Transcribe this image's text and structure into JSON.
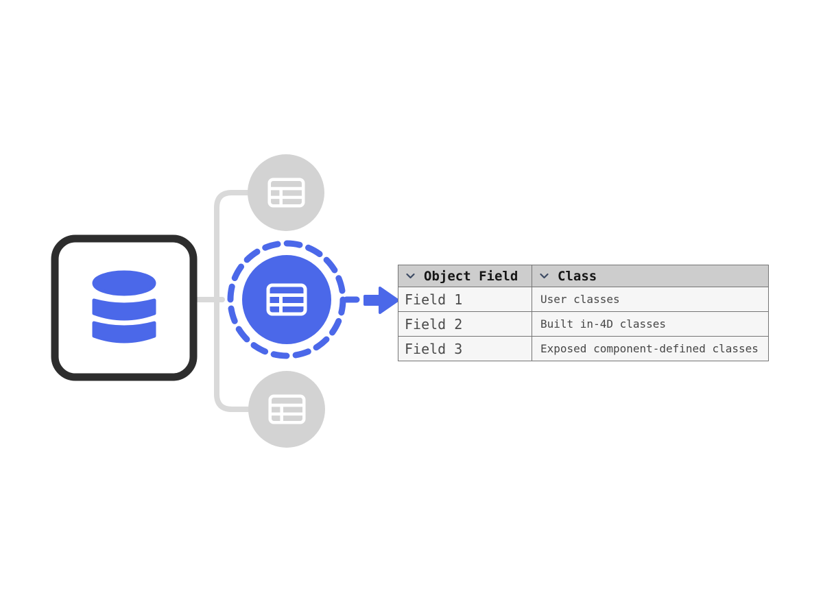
{
  "colors": {
    "accent_blue": "#4b68e9",
    "node_gray": "#d3d3d3",
    "connector_gray": "#d9d9d9",
    "box_border": "#2d2d2d",
    "icon_stroke": "#ffffff",
    "table_header_bg": "#cdcdcd",
    "table_row_bg": "#f6f6f6",
    "table_border": "#747474",
    "header_text": "#161616",
    "cell_text": "#4a4a4a",
    "chevron": "#3c4a63"
  },
  "diagram": {
    "source_node_icon": "database-icon",
    "branch_nodes": [
      {
        "id": "top",
        "icon": "table-icon",
        "state": "inactive"
      },
      {
        "id": "middle",
        "icon": "table-icon",
        "state": "selected"
      },
      {
        "id": "bottom",
        "icon": "table-icon",
        "state": "inactive"
      }
    ],
    "arrow_icon": "arrow-right-icon"
  },
  "table": {
    "columns": [
      {
        "label": "Object Field",
        "sort_icon": "chevron-down-icon"
      },
      {
        "label": "Class",
        "sort_icon": "chevron-down-icon"
      }
    ],
    "rows": [
      {
        "field": "Field 1",
        "class": "User classes"
      },
      {
        "field": "Field 2",
        "class": "Built in-4D classes"
      },
      {
        "field": "Field 3",
        "class": "Exposed component-defined classes"
      }
    ]
  }
}
